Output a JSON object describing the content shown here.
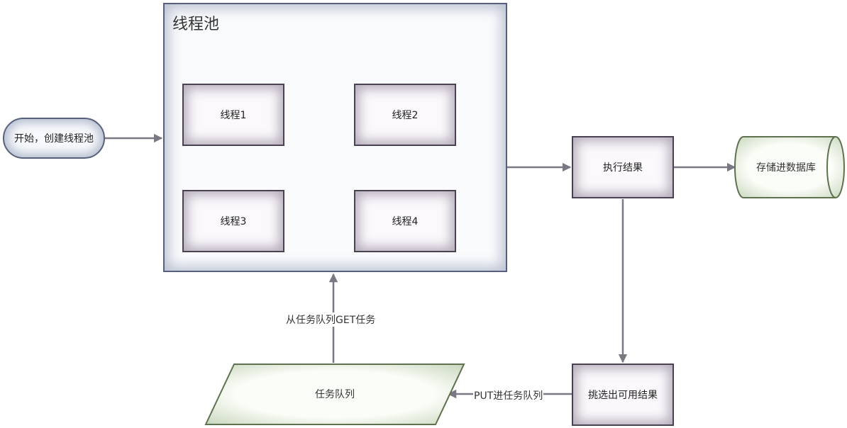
{
  "diagram": {
    "start_node": "开始，创建线程池",
    "pool_title": "线程池",
    "threads": [
      "线程1",
      "线程2",
      "线程3",
      "线程4"
    ],
    "result_node": "执行结果",
    "database_node": "存储进数据库",
    "filter_node": "挑选出可用结果",
    "queue_node": "任务队列",
    "edge_labels": {
      "get_task": "从任务队列GET任务",
      "put_task": "PUT进任务队列"
    },
    "colors": {
      "pool_border": "#56607a",
      "process_border": "#4a4152",
      "storage_border": "#5f7250",
      "edge": "#7a7883"
    }
  }
}
